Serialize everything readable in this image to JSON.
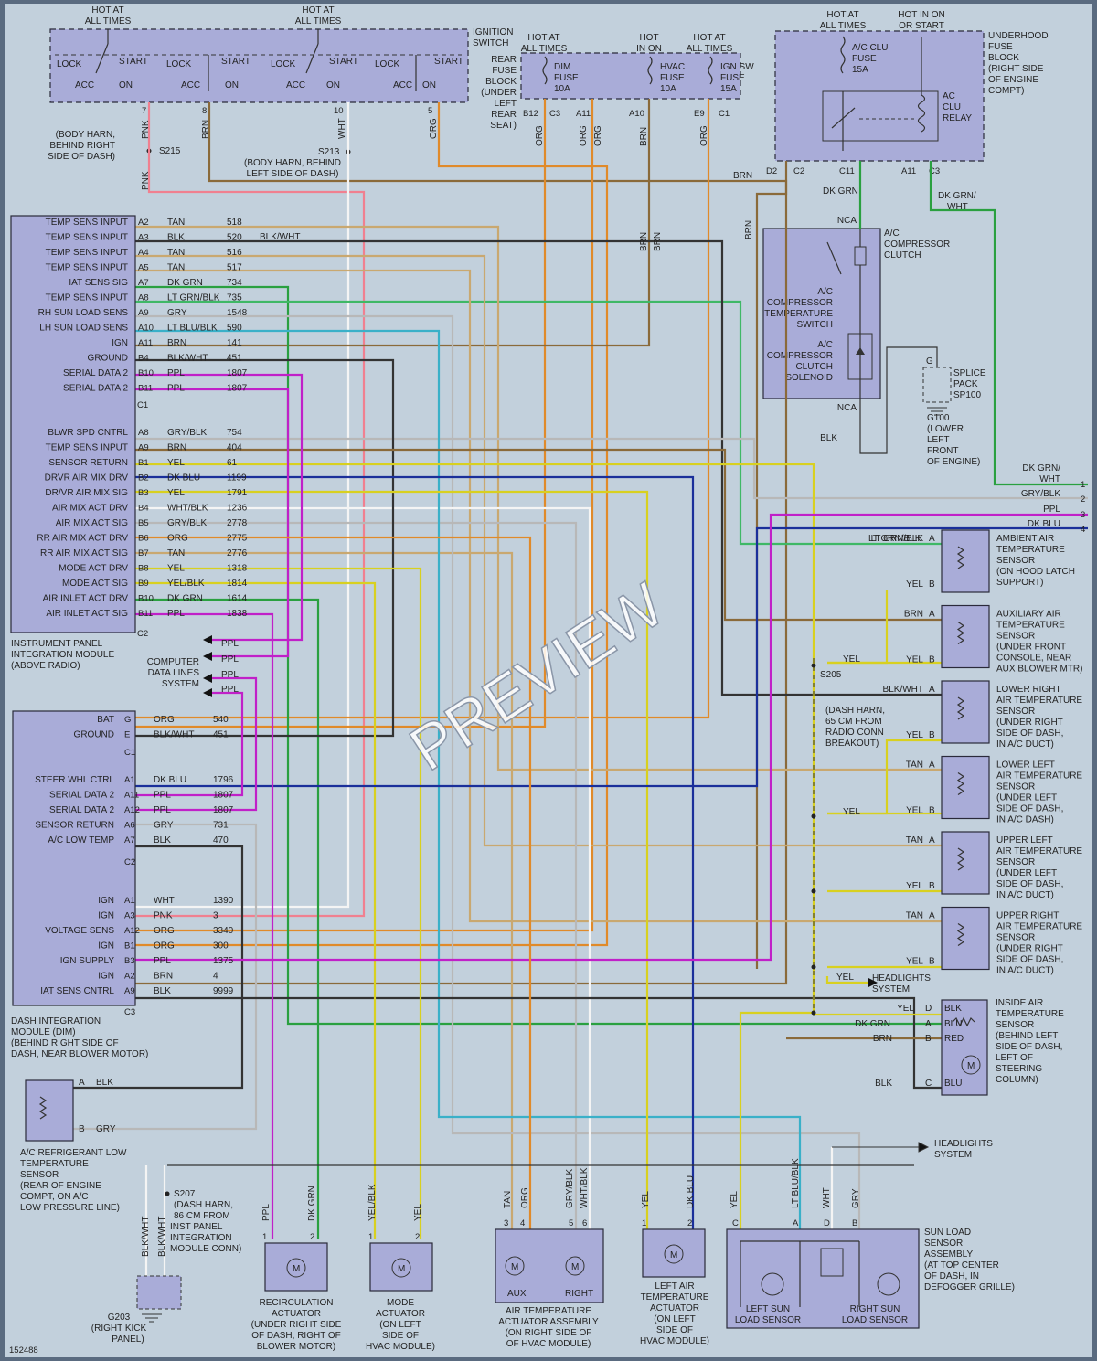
{
  "image_id": "152488",
  "watermark": "PREVIEW",
  "colors": {
    "bg": "#c2d0dc",
    "panel": "#a9acd8",
    "orange": "#e08a2a",
    "brown": "#8a6a3a",
    "green": "#2aa040",
    "ltgrn": "#3fb866",
    "blue": "#2050b0",
    "dkblue": "#1a2f9a",
    "ppl": "#c020c8",
    "yel": "#d8d020",
    "tan": "#c9a870",
    "gray": "#b8b8b8",
    "blk": "#333333",
    "pnk": "#f08090",
    "red": "#d02020",
    "wht": "#f4f4f4"
  },
  "top": {
    "ignition": {
      "hot": [
        "HOT AT",
        "ALL TIMES"
      ],
      "hot2": [
        "HOT AT",
        "ALL TIMES"
      ],
      "label": [
        "IGNITION",
        "SWITCH"
      ],
      "lock": "LOCK",
      "start": "START",
      "acc": "ACC",
      "on": "ON",
      "pins": [
        "7",
        "8",
        "10",
        "5"
      ]
    },
    "s215": {
      "text": [
        "(BODY HARN,",
        "BEHIND RIGHT",
        "SIDE OF DASH)"
      ],
      "name": "S215"
    },
    "s213": {
      "name": "S213",
      "text": [
        "(BODY HARN, BEHIND",
        "LEFT SIDE OF DASH)"
      ]
    },
    "rear_fuse": {
      "label": [
        "REAR",
        "FUSE",
        "BLOCK",
        "(UNDER",
        "LEFT",
        "REAR",
        "SEAT)"
      ],
      "hot1": [
        "HOT AT",
        "ALL TIMES"
      ],
      "hot2": [
        "HOT",
        "IN ON"
      ],
      "hot3": [
        "HOT AT",
        "ALL TIMES"
      ],
      "f1": [
        "DIM",
        "FUSE",
        "10A"
      ],
      "f2": [
        "HVAC",
        "FUSE",
        "10A"
      ],
      "f3": [
        "IGN SW",
        "FUSE",
        "15A"
      ],
      "pins": [
        "B12",
        "C3",
        "A11",
        "A10",
        "E9",
        "C1"
      ]
    },
    "underhood": {
      "hot1": [
        "HOT AT",
        "ALL TIMES"
      ],
      "hot2": [
        "HOT IN ON",
        "OR START"
      ],
      "label": [
        "UNDERHOOD",
        "FUSE",
        "BLOCK",
        "(RIGHT SIDE",
        "OF ENGINE",
        "COMPT)"
      ],
      "fuse": [
        "A/C CLU",
        "FUSE",
        "15A"
      ],
      "relay": [
        "AC",
        "CLU",
        "RELAY"
      ],
      "pins": [
        "D2",
        "C2",
        "C11",
        "A11",
        "C3"
      ]
    },
    "compressor": {
      "nca1": "NCA",
      "nca2": "NCA",
      "clutch": [
        "A/C",
        "COMPRESSOR",
        "CLUTCH"
      ],
      "switch": [
        "A/C",
        "COMPRESSOR",
        "TEMPERATURE",
        "SWITCH"
      ],
      "solenoid": [
        "A/C",
        "COMPRESSOR",
        "CLUTCH",
        "SOLENOID"
      ],
      "blk": "BLK",
      "g": "G",
      "splice": [
        "SPLICE",
        "PACK",
        "SP100"
      ],
      "g100": [
        "G100",
        "(LOWER",
        "LEFT",
        "FRONT",
        "OF ENGINE)"
      ]
    }
  },
  "wire_labels": {
    "pnk": "PNK",
    "brn": "BRN",
    "wht": "WHT",
    "org": "ORG",
    "dkgrn": "DK GRN",
    "dkgrnwht": [
      "DK GRN/",
      "WHT"
    ],
    "grnwht_top": [
      "DK GRN/",
      "WHT"
    ],
    "gryblk": "GRY/BLK",
    "ppl": "PPL",
    "dkblu": "DK BLU",
    "ltgrnblk": "LT GRN/BLK",
    "yel": "YEL"
  },
  "ipim": {
    "c1_rows": [
      {
        "label": "TEMP SENS INPUT",
        "pin": "A2",
        "color": "TAN",
        "circuit": "518"
      },
      {
        "label": "TEMP SENS INPUT",
        "pin": "A3",
        "color": "BLK",
        "circuit": "520"
      },
      {
        "label": "TEMP SENS INPUT",
        "pin": "A4",
        "color": "TAN",
        "circuit": "516"
      },
      {
        "label": "TEMP SENS INPUT",
        "pin": "A5",
        "color": "TAN",
        "circuit": "517"
      },
      {
        "label": "IAT SENS SIG",
        "pin": "A7",
        "color": "DK GRN",
        "circuit": "734"
      },
      {
        "label": "TEMP SENS INPUT",
        "pin": "A8",
        "color": "LT GRN/BLK",
        "circuit": "735"
      },
      {
        "label": "RH SUN LOAD SENS",
        "pin": "A9",
        "color": "GRY",
        "circuit": "1548"
      },
      {
        "label": "LH SUN LOAD SENS",
        "pin": "A10",
        "color": "LT BLU/BLK",
        "circuit": "590"
      },
      {
        "label": "IGN",
        "pin": "A11",
        "color": "BRN",
        "circuit": "141"
      },
      {
        "label": "GROUND",
        "pin": "B4",
        "color": "BLK/WHT",
        "circuit": "451"
      },
      {
        "label": "SERIAL DATA 2",
        "pin": "B10",
        "color": "PPL",
        "circuit": "1807"
      },
      {
        "label": "SERIAL DATA 2",
        "pin": "B11",
        "color": "PPL",
        "circuit": "1807"
      }
    ],
    "c1": "C1",
    "blkwht": "BLK/WHT",
    "c2_rows": [
      {
        "label": "BLWR SPD CNTRL",
        "pin": "A8",
        "color": "GRY/BLK",
        "circuit": "754"
      },
      {
        "label": "TEMP SENS INPUT",
        "pin": "A9",
        "color": "BRN",
        "circuit": "404"
      },
      {
        "label": "SENSOR RETURN",
        "pin": "B1",
        "color": "YEL",
        "circuit": "61"
      },
      {
        "label": "DRVR AIR MIX DRV",
        "pin": "B2",
        "color": "DK BLU",
        "circuit": "1199"
      },
      {
        "label": "DR/VR AIR MIX SIG",
        "pin": "B3",
        "color": "YEL",
        "circuit": "1791"
      },
      {
        "label": "AIR MIX ACT DRV",
        "pin": "B4",
        "color": "WHT/BLK",
        "circuit": "1236"
      },
      {
        "label": "AIR MIX ACT SIG",
        "pin": "B5",
        "color": "GRY/BLK",
        "circuit": "2778"
      },
      {
        "label": "RR AIR MIX ACT DRV",
        "pin": "B6",
        "color": "ORG",
        "circuit": "2775"
      },
      {
        "label": "RR AIR MIX ACT SIG",
        "pin": "B7",
        "color": "TAN",
        "circuit": "2776"
      },
      {
        "label": "MODE ACT DRV",
        "pin": "B8",
        "color": "YEL",
        "circuit": "1318"
      },
      {
        "label": "MODE ACT SIG",
        "pin": "B9",
        "color": "YEL/BLK",
        "circuit": "1814"
      },
      {
        "label": "AIR INLET ACT DRV",
        "pin": "B10",
        "color": "DK GRN",
        "circuit": "1614"
      },
      {
        "label": "AIR INLET ACT SIG",
        "pin": "B11",
        "color": "PPL",
        "circuit": "1838"
      }
    ],
    "c2": "C2",
    "name": [
      "INSTRUMENT PANEL",
      "INTEGRATION MODULE",
      "(ABOVE RADIO)"
    ]
  },
  "computer": {
    "label": [
      "COMPUTER",
      "DATA LINES",
      "SYSTEM"
    ],
    "ppl": [
      "PPL",
      "PPL",
      "PPL",
      "PPL"
    ]
  },
  "dim": {
    "c1_rows": [
      {
        "label": "BAT",
        "pin": "G",
        "color": "ORG",
        "circuit": "540"
      },
      {
        "label": "GROUND",
        "pin": "E",
        "color": "BLK/WHT",
        "circuit": "451"
      }
    ],
    "c1": "C1",
    "c2_rows": [
      {
        "label": "STEER WHL CTRL",
        "pin": "A1",
        "color": "DK BLU",
        "circuit": "1796"
      },
      {
        "label": "SERIAL DATA 2",
        "pin": "A11",
        "color": "PPL",
        "circuit": "1807"
      },
      {
        "label": "SERIAL DATA 2",
        "pin": "A12",
        "color": "PPL",
        "circuit": "1807"
      },
      {
        "label": "SENSOR RETURN",
        "pin": "A6",
        "color": "GRY",
        "circuit": "731"
      },
      {
        "label": "A/C LOW TEMP",
        "pin": "A7",
        "color": "BLK",
        "circuit": "470"
      }
    ],
    "c2": "C2",
    "c3_rows": [
      {
        "label": "IGN",
        "pin": "A1",
        "color": "WHT",
        "circuit": "1390"
      },
      {
        "label": "IGN",
        "pin": "A3",
        "color": "PNK",
        "circuit": "3"
      },
      {
        "label": "VOLTAGE SENS",
        "pin": "A12",
        "color": "ORG",
        "circuit": "3340"
      },
      {
        "label": "IGN",
        "pin": "B1",
        "color": "ORG",
        "circuit": "300"
      },
      {
        "label": "IGN SUPPLY",
        "pin": "B3",
        "color": "PPL",
        "circuit": "1375"
      },
      {
        "label": "IGN",
        "pin": "A2",
        "color": "BRN",
        "circuit": "4"
      },
      {
        "label": "IAT SENS CNTRL",
        "pin": "A9",
        "color": "BLK",
        "circuit": "9999"
      }
    ],
    "c3": "C3",
    "name": [
      "DASH INTEGRATION",
      "MODULE (DIM)",
      "(BEHIND RIGHT SIDE OF",
      "DASH, NEAR BLOWER MOTOR)"
    ]
  },
  "right_connectors": [
    {
      "num": "1",
      "wire": [
        "DK GRN/",
        "WHT"
      ]
    },
    {
      "num": "2",
      "wire": [
        "GRY/BLK"
      ]
    },
    {
      "num": "3",
      "wire": [
        "PPL"
      ]
    },
    {
      "num": "4",
      "wire": [
        "DK BLU"
      ]
    }
  ],
  "sensors": [
    {
      "a": "LT GRN/BLK",
      "b": "YEL",
      "name": [
        "AMBIENT AIR",
        "TEMPERATURE",
        "SENSOR",
        "(ON HOOD LATCH",
        "SUPPORT)"
      ]
    },
    {
      "a": "BRN",
      "b": "YEL",
      "name": [
        "AUXILIARY AIR",
        "TEMPERATURE",
        "SENSOR",
        "(UNDER FRONT",
        "CONSOLE, NEAR",
        "AUX BLOWER MTR)"
      ]
    },
    {
      "a": "BLK/WHT",
      "b": "YEL",
      "name": [
        "LOWER RIGHT",
        "AIR TEMPERATURE",
        "SENSOR",
        "(UNDER RIGHT",
        "SIDE OF DASH,",
        "IN A/C DUCT)"
      ]
    },
    {
      "a": "TAN",
      "b": "YEL",
      "name": [
        "LOWER LEFT",
        "AIR TEMPERATURE",
        "SENSOR",
        "(UNDER LEFT",
        "SIDE OF DASH,",
        "IN A/C DASH)"
      ]
    },
    {
      "a": "TAN",
      "b": "YEL",
      "name": [
        "UPPER LEFT",
        "AIR TEMPERATURE",
        "SENSOR",
        "(UNDER LEFT",
        "SIDE OF DASH,",
        "IN A/C DUCT)"
      ]
    },
    {
      "a": "TAN",
      "b": "YEL",
      "name": [
        "UPPER RIGHT",
        "AIR TEMPERATURE",
        "SENSOR",
        "(UNDER RIGHT",
        "SIDE OF DASH,",
        "IN A/C DUCT)"
      ]
    }
  ],
  "pin_a": "A",
  "pin_b": "B",
  "s205": {
    "name": "S205",
    "yel": "YEL",
    "text": [
      "(DASH HARN,",
      "65 CM FROM",
      "RADIO CONN",
      "BREAKOUT)"
    ],
    "yel2": "YEL",
    "yel3": "YEL",
    "headlights": [
      "HEADLIGHTS",
      "SYSTEM"
    ]
  },
  "inside_sensor": {
    "rows": [
      {
        "color": "YEL",
        "pin": "D",
        "wire": "BLK"
      },
      {
        "color": "DK GRN",
        "pin": "A",
        "wire": "BLU"
      },
      {
        "color": "BRN",
        "pin": "B",
        "wire": "RED"
      },
      {
        "color": "BLK",
        "pin": "C",
        "wire": "BLU"
      }
    ],
    "name": [
      "INSIDE AIR",
      "TEMPERATURE",
      "SENSOR",
      "(BEHIND LEFT",
      "SIDE OF DASH,",
      "LEFT OF",
      "STEERING",
      "COLUMN)"
    ]
  },
  "refrig": {
    "a": "A",
    "b": "B",
    "blk": "BLK",
    "gry": "GRY",
    "name": [
      "A/C REFRIGERANT LOW",
      "TEMPERATURE",
      "SENSOR",
      "(REAR OF ENGINE",
      "COMPT, ON A/C",
      "LOW PRESSURE LINE)"
    ]
  },
  "s207": {
    "name": "S207",
    "text": [
      "(DASH HARN,",
      "86 CM FROM",
      "INST PANEL",
      "INTEGRATION",
      "MODULE CONN)"
    ],
    "w1": "BLK/WHT",
    "w2": "BLK/WHT"
  },
  "g203": {
    "name": "G203",
    "text": [
      "(RIGHT KICK",
      "PANEL)"
    ]
  },
  "bottom": {
    "recirc": {
      "wires": [
        "PPL",
        "DK GRN"
      ],
      "pins": [
        "1",
        "2"
      ],
      "name": [
        "RECIRCULATION",
        "ACTUATOR",
        "(UNDER RIGHT SIDE",
        "OF DASH, RIGHT OF",
        "BLOWER MOTOR)"
      ]
    },
    "mode": {
      "wires": [
        "YEL/BLK",
        "YEL"
      ],
      "pins": [
        "1",
        "2"
      ],
      "name": [
        "MODE",
        "ACTUATOR",
        "(ON LEFT",
        "SIDE OF",
        "HVAC MODULE)"
      ]
    },
    "airtemp": {
      "wires": [
        "TAN",
        "ORG",
        "GRY/BLK",
        "WHT/BLK"
      ],
      "pins": [
        "3",
        "4",
        "5",
        "6"
      ],
      "aux": "AUX",
      "right": "RIGHT",
      "name": [
        "AIR TEMPERATURE",
        "ACTUATOR ASSEMBLY",
        "(ON RIGHT SIDE OF",
        "OF HVAC MODULE)"
      ]
    },
    "leftair": {
      "wires": [
        "YEL",
        "DK BLU"
      ],
      "pins": [
        "1",
        "2"
      ],
      "name": [
        "LEFT AIR",
        "TEMPERATURE",
        "ACTUATOR",
        "(ON LEFT",
        "SIDE OF",
        "HVAC MODULE)"
      ]
    },
    "sunload": {
      "wires": [
        "YEL",
        "LT BLU/BLK",
        "WHT",
        "GRY"
      ],
      "pins": [
        "C",
        "A",
        "D",
        "B"
      ],
      "left": [
        "LEFT SUN",
        "LOAD SENSOR"
      ],
      "right": [
        "RIGHT SUN",
        "LOAD SENSOR"
      ],
      "name": [
        "SUN LOAD",
        "SENSOR",
        "ASSEMBLY",
        "(AT TOP CENTER",
        "OF DASH, IN",
        "DEFOGGER GRILLE)"
      ],
      "headlights": [
        "HEADLIGHTS",
        "SYSTEM"
      ]
    },
    "motor": "M"
  }
}
